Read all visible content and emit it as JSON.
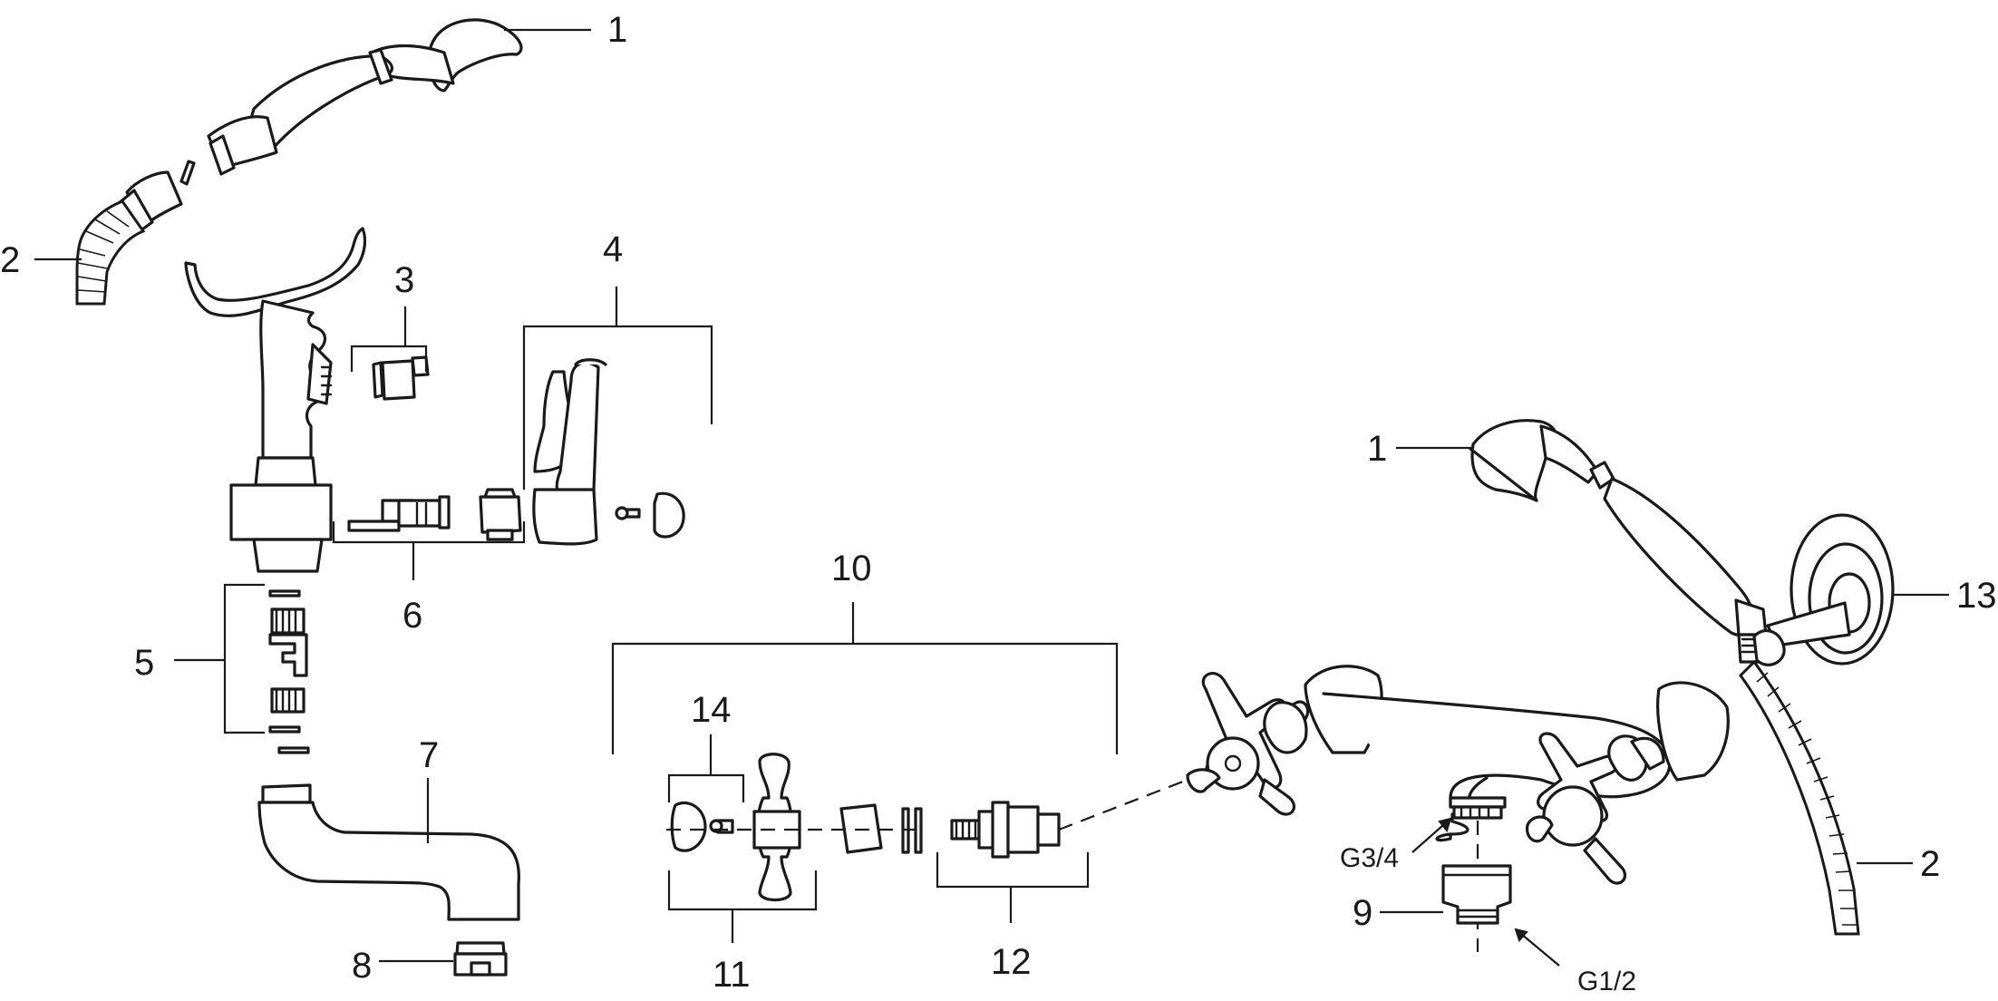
{
  "callouts": {
    "left_handshower": "1",
    "left_hose": "2",
    "nipple": "3",
    "cradle_lever": "4",
    "diverter": "5",
    "cradle_spindle": "6",
    "spout": "7",
    "aerator": "8",
    "eccentric": "9",
    "valve_group": "10",
    "handle_group": "11",
    "headpart_group": "12",
    "right_handshower": "1",
    "wall_bracket": "13",
    "index_cap": "14",
    "right_hose": "2"
  },
  "thread_labels": {
    "inlet": "G3/4",
    "outlet": "G1/2"
  }
}
